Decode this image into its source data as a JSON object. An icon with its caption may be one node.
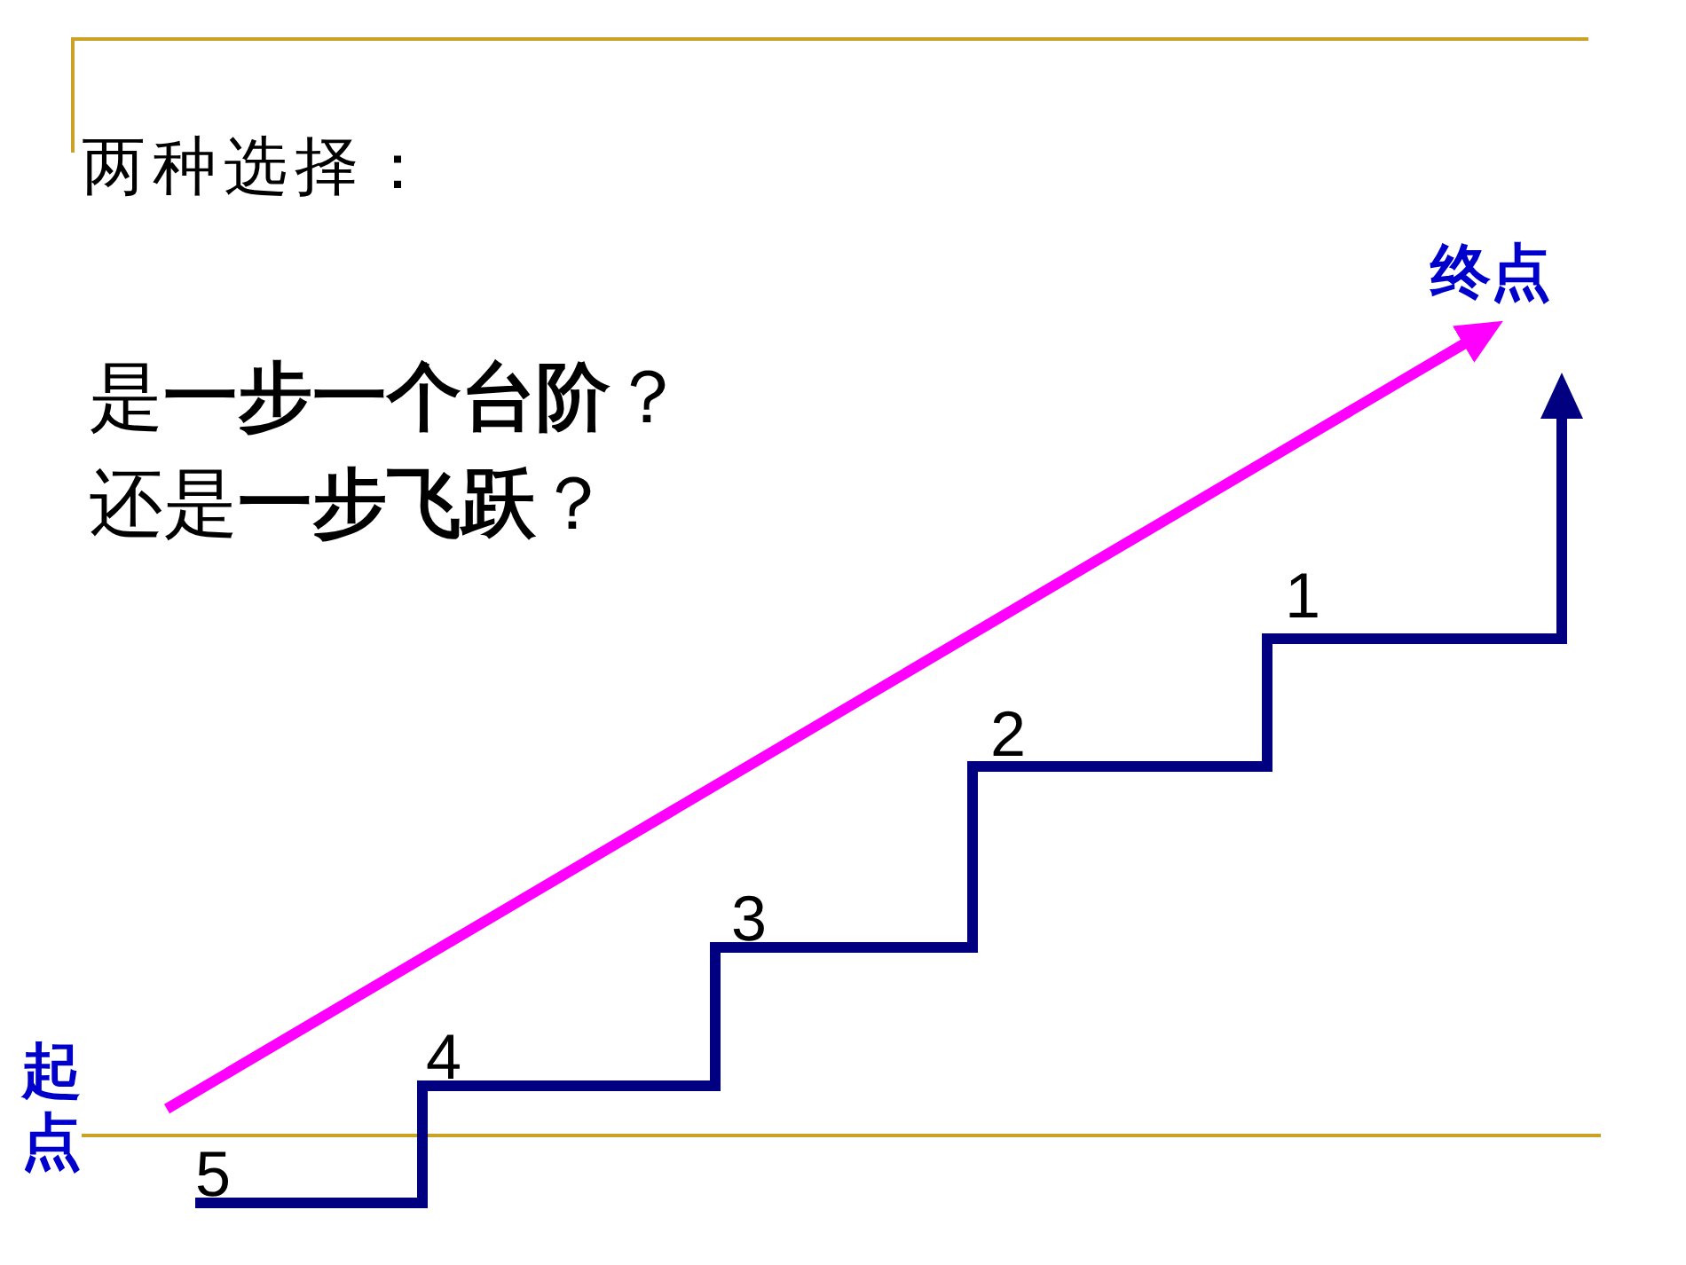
{
  "diagram": {
    "title": "两种选择：",
    "nodes": [
      {
        "text": [
          "起点"
        ]
      },
      {
        "text": [
          "终点"
        ]
      }
    ],
    "edges": [
      {
        "from": 0,
        "to": 1,
        "arrow": "to",
        "color": "#ff00ff"
      },
      {
        "from": 0,
        "to": 1,
        "arrow": "to",
        "color": "#000080"
      }
    ],
    "labels": [
      "是**一步一个台阶**？",
      "还是**一步飞跃**？",
      "1",
      "2",
      "3",
      "4",
      "5"
    ]
  }
}
